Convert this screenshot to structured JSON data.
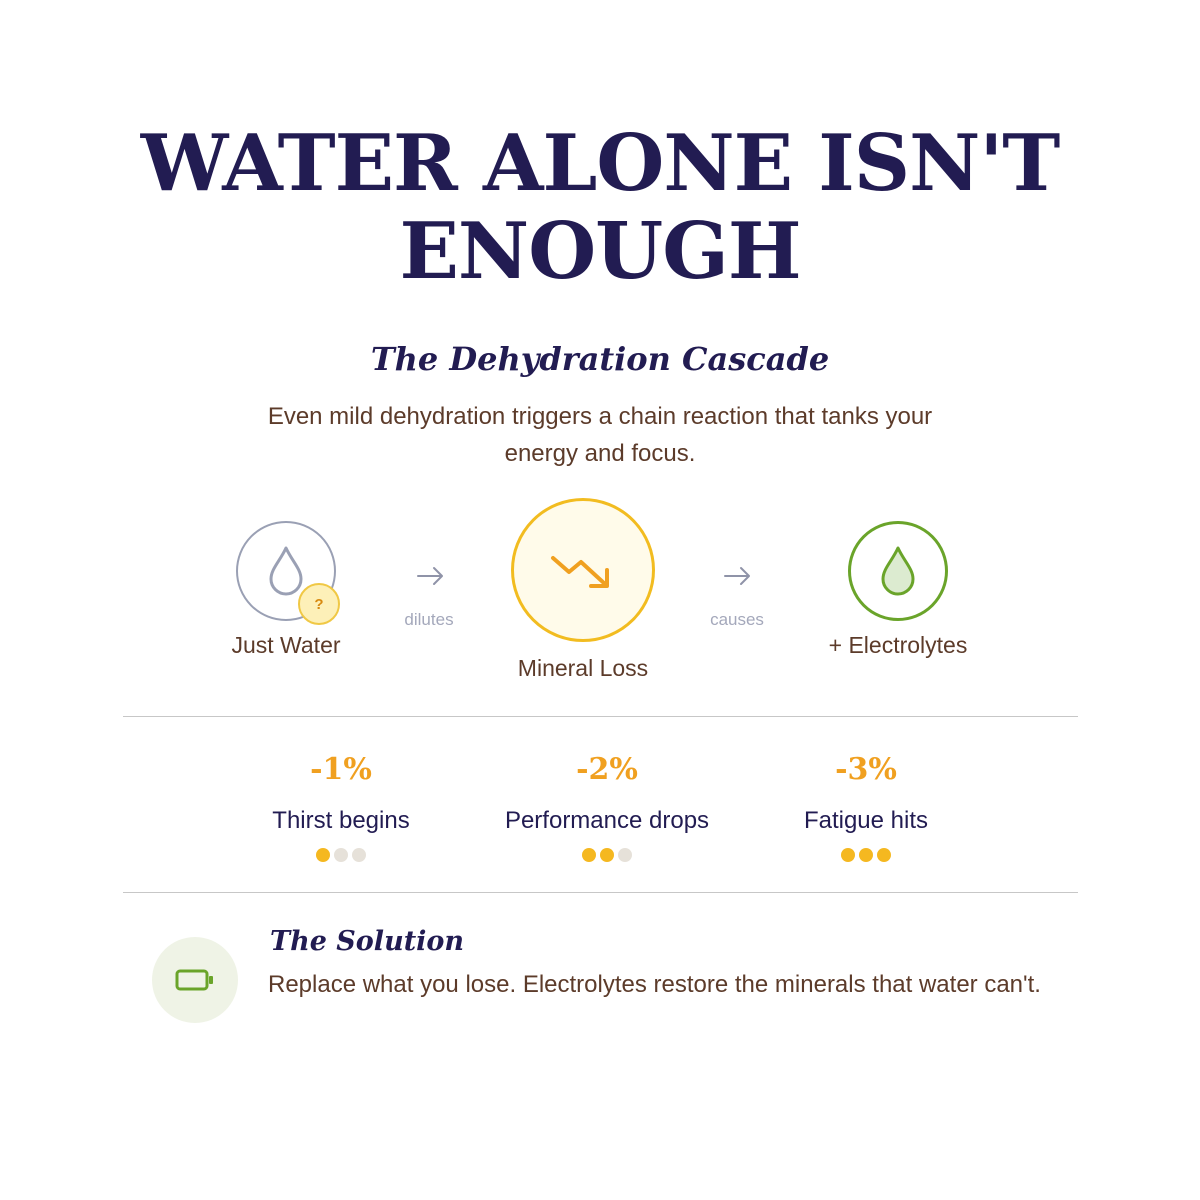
{
  "title_line1": "WATER ALONE ISN'T",
  "title_line2": "ENOUGH",
  "subtitle": "The Dehydration Cascade",
  "intro": "Even mild dehydration triggers a chain reaction that tanks your energy and focus.",
  "cascade": {
    "nodes": [
      {
        "label": "Just Water",
        "icon": "water-drop-icon",
        "badge": "?"
      },
      {
        "label": "Mineral Loss",
        "icon": "trend-down-icon"
      },
      {
        "label": "+ Electrolytes",
        "icon": "green-drop-icon"
      }
    ],
    "connectors": [
      "dilutes",
      "causes"
    ]
  },
  "stats": [
    {
      "value": "-1%",
      "label": "Thirst begins",
      "level": 1,
      "max": 3
    },
    {
      "value": "-2%",
      "label": "Performance drops",
      "level": 2,
      "max": 3
    },
    {
      "value": "-3%",
      "label": "Fatigue hits",
      "level": 3,
      "max": 3
    }
  ],
  "solution": {
    "title": "The Solution",
    "text": "Replace what you lose. Electrolytes restore the minerals that water can't.",
    "icon": "battery-icon"
  },
  "colors": {
    "navy": "#221c52",
    "brown": "#5c3b2a",
    "amber": "#f0a020",
    "yellow": "#f2bc20",
    "green": "#6aa42a",
    "gray": "#9aa0b4"
  }
}
